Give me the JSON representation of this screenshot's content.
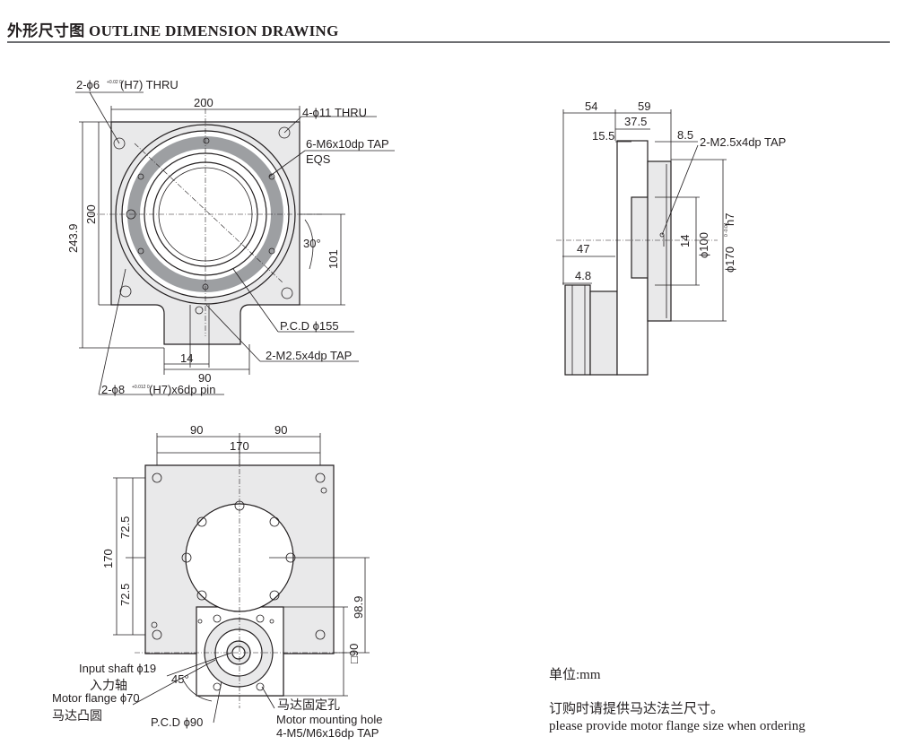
{
  "header": {
    "title": "外形尺寸图 OUTLINE DIMENSION DRAWING"
  },
  "top_view": {
    "hole_h7": "2-ϕ6",
    "hole_h7_tol": "+0.02 0",
    "hole_h7_suffix": "(H7) THRU",
    "width_200": "200",
    "thru_holes": "4-ϕ11 THRU",
    "tap_holes": "6-M6x10dp TAP",
    "eqs": "EQS",
    "height_243": "243.9",
    "height_200": "200",
    "angle_30": "30°",
    "dim_101": "101",
    "pcd_155": "P.C.D ϕ155",
    "tap_m25": "2-M2.5x4dp TAP",
    "dim_14": "14",
    "dim_90": "90",
    "pin_holes": "2-ϕ8",
    "pin_tol": "+0.012 0",
    "pin_suffix": "(H7)x6dp pin"
  },
  "side_view": {
    "dim_54": "54",
    "dim_59": "59",
    "dim_37_5": "37.5",
    "dim_15_5": "15.5",
    "dim_8_5": "8.5",
    "tap_m25": "2-M2.5x4dp TAP",
    "dim_47": "47",
    "dim_4_8": "4.8",
    "dim_14": "14",
    "dia_100": "ϕ100",
    "dia_170": "ϕ170",
    "dia_170_tol": "0 -0.04",
    "dia_170_fit": "h7"
  },
  "bottom_view": {
    "dim_90_left": "90",
    "dim_90_right": "90",
    "dim_170_top": "170",
    "dim_72_5_a": "72.5",
    "dim_72_5_b": "72.5",
    "dim_170_side": "170",
    "dim_98_9": "98.9",
    "dim_sq90": "□90",
    "angle_45": "45°",
    "input_shaft": "Input shaft ϕ19",
    "input_shaft_cn": "入力轴",
    "motor_flange": "Motor flange ϕ70",
    "motor_flange_cn": "马达凸圆",
    "pcd_90": "P.C.D ϕ90",
    "motor_hole_cn": "马达固定孔",
    "motor_hole": "Motor mounting hole",
    "motor_tap": "4-M5/M6x16dp TAP"
  },
  "notes": {
    "unit": "单位:mm",
    "order_cn": "订购时请提供马达法兰尺寸。",
    "order_en": "please provide motor flange size when ordering"
  }
}
